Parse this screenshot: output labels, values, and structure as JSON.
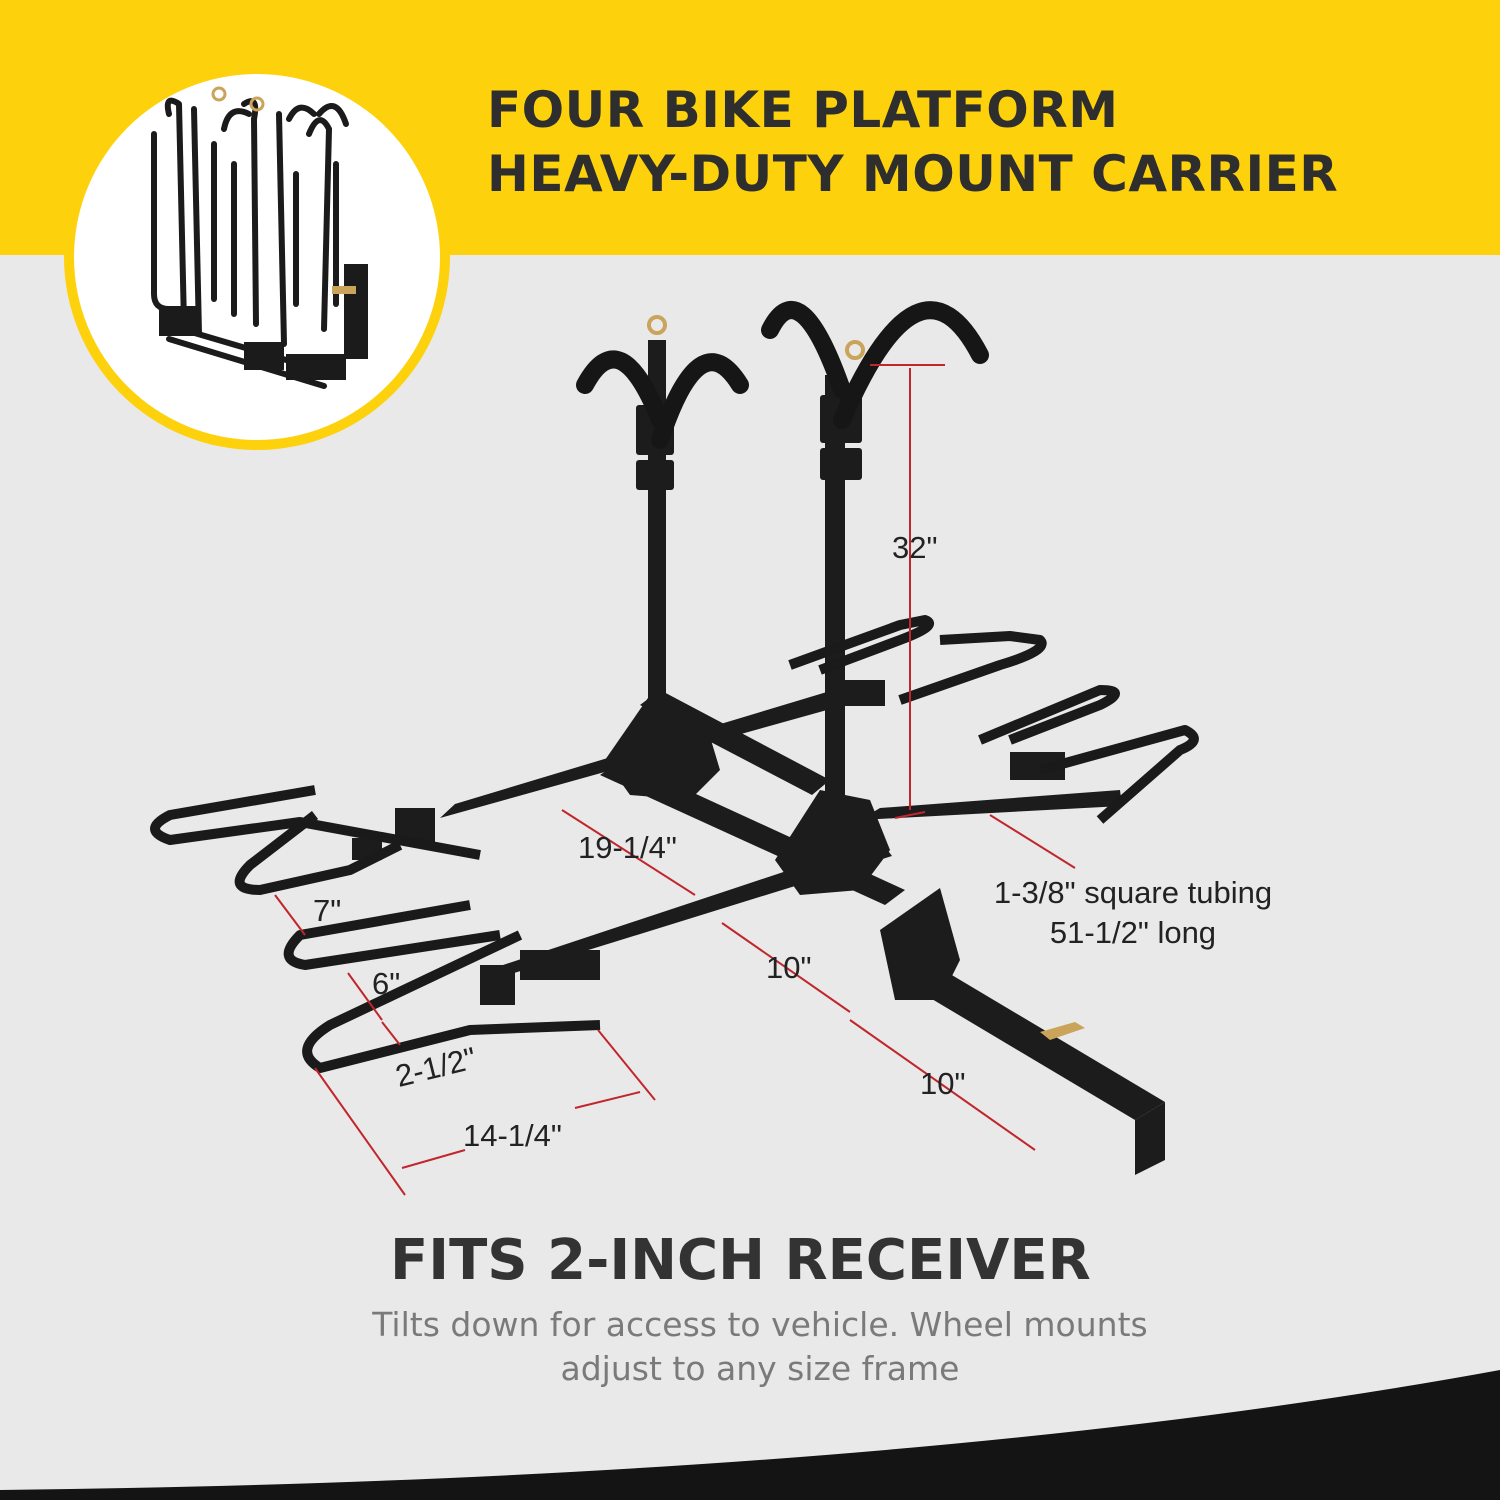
{
  "title": {
    "line1": "FOUR BIKE PLATFORM",
    "line2": "HEAVY-DUTY MOUNT CARRIER"
  },
  "dimensions": {
    "height": "32\"",
    "tray_gap_19": "19-1/4\"",
    "tray_spacing_7": "7\"",
    "tray_spacing_6": "6\"",
    "tray_spacing_2": "2-1/2\"",
    "tray_length": "14-1/4\"",
    "arm_spacing": "10\"",
    "receiver_offset": "10\""
  },
  "tubing_spec": {
    "line1": "1-3/8\" square tubing",
    "line2": "51-1/2\" long"
  },
  "headline": "FITS 2-INCH RECEIVER",
  "description": "Tilts down for access to vehicle. Wheel mounts adjust to any size frame",
  "colors": {
    "accent": "#fdd10b",
    "background": "#e9e9e9",
    "dimension_line": "#c0262c",
    "product": "#1b1b1b"
  }
}
